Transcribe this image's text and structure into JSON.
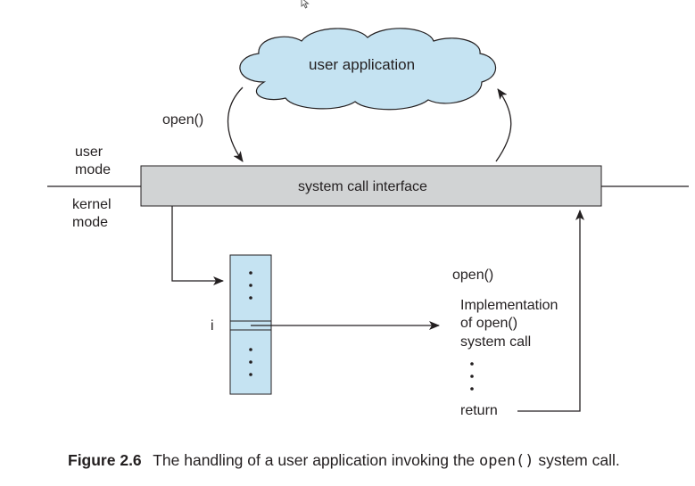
{
  "diagram": {
    "cloud_label": "user application",
    "open_call_label": "open()",
    "user_mode_label": [
      "user",
      "mode"
    ],
    "kernel_mode_label": [
      "kernel",
      "mode"
    ],
    "interface_label": "system call interface",
    "table_index_label": "i",
    "impl_header": "open()",
    "impl_lines": [
      "Implementation",
      "of open()",
      "system call"
    ],
    "return_label": "return"
  },
  "caption": {
    "figure_number": "Figure 2.6",
    "text_before": "The handling of a user application invoking the ",
    "code": "open()",
    "text_after": " system call."
  },
  "colors": {
    "cloud_fill": "#c5e3f2",
    "interface_fill": "#d1d3d4",
    "table_fill": "#c5e3f2",
    "stroke": "#231f20"
  }
}
